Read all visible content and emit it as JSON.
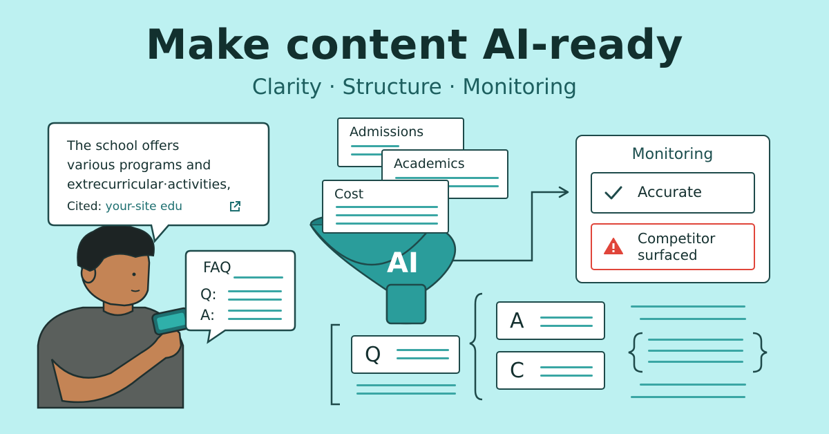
{
  "header": {
    "title": "Make content AI-ready",
    "subtitle": "Clarity · Structure · Monitoring"
  },
  "speech_bubble": {
    "lines": [
      "The school offers",
      "various programs and",
      "extrecurricular·activities,"
    ],
    "cited_label": "Cited:",
    "cited_source": "your-site edu",
    "link_icon": "external-link-icon"
  },
  "faq_card": {
    "title": "FAQ",
    "q_label": "Q:",
    "a_label": "A:"
  },
  "documents": {
    "admissions": "Admissions",
    "academics": "Academics",
    "cost": "Cost"
  },
  "funnel": {
    "label": "AI"
  },
  "monitoring": {
    "title": "Monitoring",
    "accurate": {
      "label": "Accurate",
      "icon": "check-icon"
    },
    "competitor": {
      "label": "Competitor surfaced",
      "line1": "Competitor",
      "line2": "surfaced",
      "icon": "warning-icon"
    }
  },
  "structure": {
    "q_card": "Q",
    "a_card": "A",
    "c_card": "C"
  },
  "colors": {
    "background": "#bdf1f1",
    "teal": "#2a9d9b",
    "dark": "#1e4a4a",
    "warning": "#e0453a"
  }
}
